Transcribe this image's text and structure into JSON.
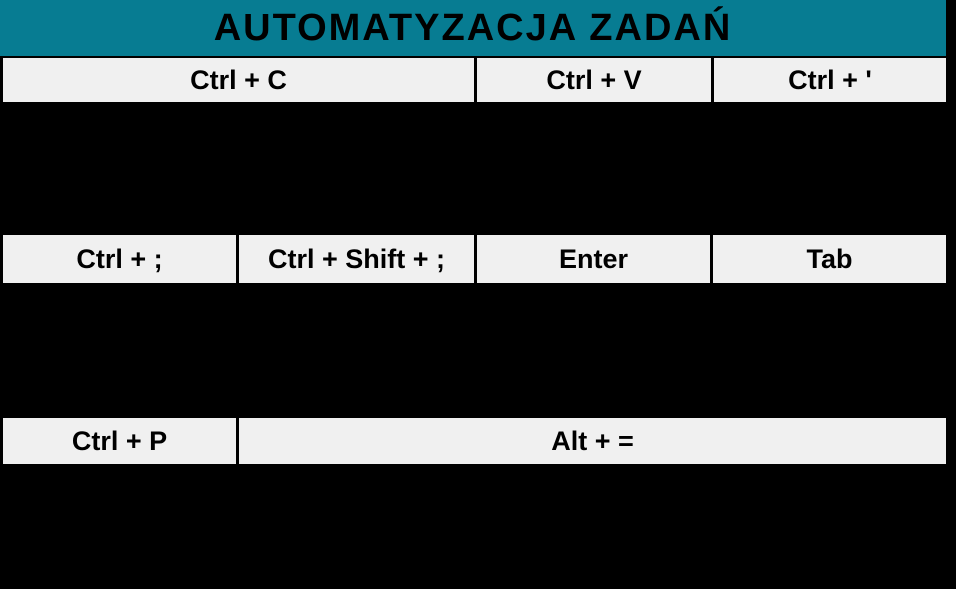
{
  "title": "AUTOMATYZACJA ZADAŃ",
  "colors": {
    "header_bg": "#077C92",
    "cell_bg": "#F0F0F0",
    "page_bg": "#000000",
    "text": "#000000"
  },
  "rows": [
    {
      "cells": [
        {
          "label": "Ctrl + C"
        },
        {
          "label": "Ctrl + V"
        },
        {
          "label": "Ctrl + '"
        }
      ]
    },
    {
      "cells": [
        {
          "label": "Ctrl + ;"
        },
        {
          "label": "Ctrl + Shift + ;"
        },
        {
          "label": "Enter"
        },
        {
          "label": "Tab"
        }
      ]
    },
    {
      "cells": [
        {
          "label": "Ctrl + P"
        },
        {
          "label": "Alt + ="
        }
      ]
    }
  ]
}
